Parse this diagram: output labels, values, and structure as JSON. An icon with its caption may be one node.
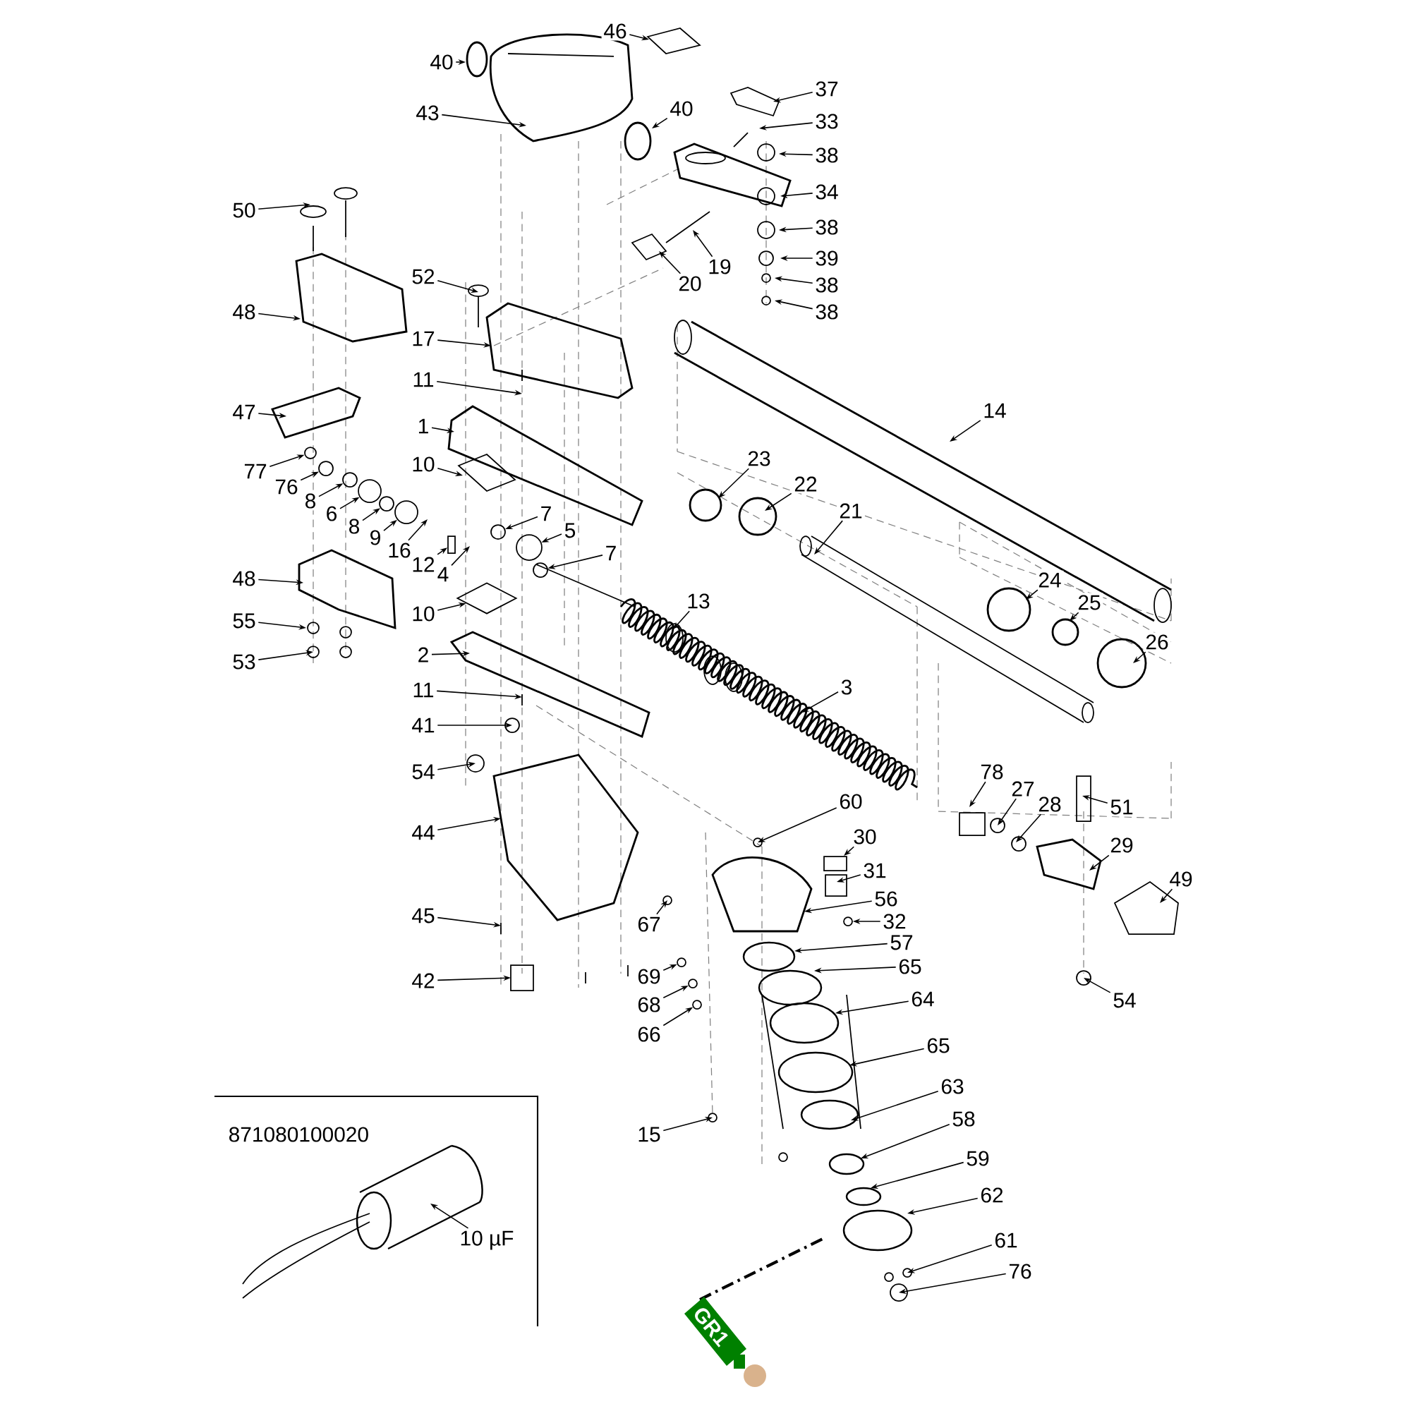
{
  "diagram": {
    "nodes": [
      {
        "text": [
          "46"
        ]
      },
      {
        "text": [
          "40"
        ]
      },
      {
        "text": [
          "43"
        ]
      },
      {
        "text": [
          "40"
        ]
      },
      {
        "text": [
          "37"
        ]
      },
      {
        "text": [
          "33"
        ]
      },
      {
        "text": [
          "38"
        ]
      },
      {
        "text": [
          "34"
        ]
      },
      {
        "text": [
          "38"
        ]
      },
      {
        "text": [
          "39"
        ]
      },
      {
        "text": [
          "38"
        ]
      },
      {
        "text": [
          "38"
        ]
      },
      {
        "text": [
          "19"
        ]
      },
      {
        "text": [
          "20"
        ]
      },
      {
        "text": [
          "50"
        ]
      },
      {
        "text": [
          "52"
        ]
      },
      {
        "text": [
          "48"
        ]
      },
      {
        "text": [
          "17"
        ]
      },
      {
        "text": [
          "11"
        ]
      },
      {
        "text": [
          "47"
        ]
      },
      {
        "text": [
          "1"
        ]
      },
      {
        "text": [
          "10"
        ]
      },
      {
        "text": [
          "77"
        ]
      },
      {
        "text": [
          "76"
        ]
      },
      {
        "text": [
          "8"
        ]
      },
      {
        "text": [
          "6"
        ]
      },
      {
        "text": [
          "8"
        ]
      },
      {
        "text": [
          "9"
        ]
      },
      {
        "text": [
          "16"
        ]
      },
      {
        "text": [
          "12"
        ]
      },
      {
        "text": [
          "4"
        ]
      },
      {
        "text": [
          "7"
        ]
      },
      {
        "text": [
          "5"
        ]
      },
      {
        "text": [
          "7"
        ]
      },
      {
        "text": [
          "48"
        ]
      },
      {
        "text": [
          "10"
        ]
      },
      {
        "text": [
          "55"
        ]
      },
      {
        "text": [
          "53"
        ]
      },
      {
        "text": [
          "2"
        ]
      },
      {
        "text": [
          "13"
        ]
      },
      {
        "text": [
          "14"
        ]
      },
      {
        "text": [
          "23"
        ]
      },
      {
        "text": [
          "22"
        ]
      },
      {
        "text": [
          "21"
        ]
      },
      {
        "text": [
          "24"
        ]
      },
      {
        "text": [
          "25"
        ]
      },
      {
        "text": [
          "26"
        ]
      },
      {
        "text": [
          "3"
        ]
      },
      {
        "text": [
          "11"
        ]
      },
      {
        "text": [
          "41"
        ]
      },
      {
        "text": [
          "54"
        ]
      },
      {
        "text": [
          "44"
        ]
      },
      {
        "text": [
          "45"
        ]
      },
      {
        "text": [
          "42"
        ]
      },
      {
        "text": [
          "67"
        ]
      },
      {
        "text": [
          "69"
        ]
      },
      {
        "text": [
          "68"
        ]
      },
      {
        "text": [
          "66"
        ]
      },
      {
        "text": [
          "15"
        ]
      },
      {
        "text": [
          "60"
        ]
      },
      {
        "text": [
          "30"
        ]
      },
      {
        "text": [
          "31"
        ]
      },
      {
        "text": [
          "56"
        ]
      },
      {
        "text": [
          "32"
        ]
      },
      {
        "text": [
          "57"
        ]
      },
      {
        "text": [
          "65"
        ]
      },
      {
        "text": [
          "64"
        ]
      },
      {
        "text": [
          "65"
        ]
      },
      {
        "text": [
          "63"
        ]
      },
      {
        "text": [
          "58"
        ]
      },
      {
        "text": [
          "59"
        ]
      },
      {
        "text": [
          "62"
        ]
      },
      {
        "text": [
          "61"
        ]
      },
      {
        "text": [
          "76"
        ]
      },
      {
        "text": [
          "78"
        ]
      },
      {
        "text": [
          "27"
        ]
      },
      {
        "text": [
          "28"
        ]
      },
      {
        "text": [
          "51"
        ]
      },
      {
        "text": [
          "29"
        ]
      },
      {
        "text": [
          "49"
        ]
      },
      {
        "text": [
          "54"
        ]
      },
      {
        "text": [
          "10 µF"
        ]
      },
      {
        "text": [],
        "shape": "circle"
      },
      {
        "text": [],
        "shape": "circle"
      },
      {
        "text": [],
        "shape": "box"
      },
      {
        "text": [],
        "shape": "circle"
      },
      {
        "text": [],
        "shape": "diamond"
      },
      {
        "text": [],
        "shape": "circle"
      },
      {
        "text": [],
        "shape": "circle"
      },
      {
        "text": [],
        "shape": "box"
      },
      {
        "text": [],
        "shape": "circle"
      },
      {
        "text": [],
        "shape": "circle"
      },
      {
        "text": [],
        "shape": "circle"
      },
      {
        "text": [],
        "shape": "circle"
      },
      {
        "text": [],
        "shape": "circle"
      },
      {
        "text": [],
        "shape": "circle"
      },
      {
        "text": [],
        "shape": "circle"
      },
      {
        "text": [],
        "shape": "circle"
      }
    ],
    "edges": [
      {
        "from": 0,
        "to": null,
        "arrow": "to"
      },
      {
        "from": 1,
        "to": null,
        "arrow": "to"
      },
      {
        "from": 2,
        "to": null,
        "arrow": "to"
      },
      {
        "from": 3,
        "to": null,
        "arrow": "to"
      },
      {
        "from": 4,
        "to": null,
        "arrow": "to"
      },
      {
        "from": 5,
        "to": null,
        "arrow": "to"
      },
      {
        "from": 6,
        "to": null,
        "arrow": "to"
      },
      {
        "from": 7,
        "to": null,
        "arrow": "to"
      },
      {
        "from": 8,
        "to": null,
        "arrow": "to"
      },
      {
        "from": 9,
        "to": null,
        "arrow": "to"
      },
      {
        "from": 10,
        "to": null,
        "arrow": "to"
      },
      {
        "from": 11,
        "to": null,
        "arrow": "to"
      },
      {
        "from": 12,
        "to": null,
        "arrow": "to"
      },
      {
        "from": 13,
        "to": null,
        "arrow": "to"
      },
      {
        "from": 14,
        "to": null,
        "arrow": "to"
      },
      {
        "from": 15,
        "to": null,
        "arrow": "to"
      },
      {
        "from": 16,
        "to": null,
        "arrow": "to"
      },
      {
        "from": 17,
        "to": null,
        "arrow": "to"
      },
      {
        "from": 18,
        "to": null,
        "arrow": "to"
      },
      {
        "from": 19,
        "to": null,
        "arrow": "to"
      },
      {
        "from": 20,
        "to": null,
        "arrow": "to"
      },
      {
        "from": 21,
        "to": null,
        "arrow": "to"
      },
      {
        "from": 22,
        "to": 82,
        "arrow": "to"
      },
      {
        "from": 23,
        "to": 91,
        "arrow": "to"
      },
      {
        "from": 24,
        "to": 92,
        "arrow": "to"
      },
      {
        "from": 25,
        "to": 83,
        "arrow": "to"
      },
      {
        "from": 26,
        "to": 93,
        "arrow": "to"
      },
      {
        "from": 27,
        "to": 97,
        "arrow": "to"
      },
      {
        "from": 28,
        "to": null,
        "arrow": "to"
      },
      {
        "from": 29,
        "to": 84,
        "arrow": "to"
      },
      {
        "from": 30,
        "to": null,
        "arrow": "to"
      },
      {
        "from": 31,
        "to": 94,
        "arrow": "to"
      },
      {
        "from": 32,
        "to": 85,
        "arrow": "to"
      },
      {
        "from": 33,
        "to": 95,
        "arrow": "to"
      },
      {
        "from": 34,
        "to": null,
        "arrow": "to"
      },
      {
        "from": 35,
        "to": 86,
        "arrow": "to"
      },
      {
        "from": 36,
        "to": null,
        "arrow": "to"
      },
      {
        "from": 37,
        "to": null,
        "arrow": "to"
      },
      {
        "from": 38,
        "to": null,
        "arrow": "to"
      },
      {
        "from": 39,
        "to": null,
        "arrow": "to"
      },
      {
        "from": 40,
        "to": null,
        "arrow": "to"
      },
      {
        "from": 41,
        "to": null,
        "arrow": "to"
      },
      {
        "from": 42,
        "to": null,
        "arrow": "to"
      },
      {
        "from": 43,
        "to": null,
        "arrow": "to"
      },
      {
        "from": 44,
        "to": null,
        "arrow": "to"
      },
      {
        "from": 45,
        "to": null,
        "arrow": "to"
      },
      {
        "from": 46,
        "to": null,
        "arrow": "to"
      },
      {
        "from": 47,
        "to": null,
        "arrow": "to"
      },
      {
        "from": 48,
        "to": null,
        "arrow": "to"
      },
      {
        "from": 49,
        "to": null,
        "arrow": "to"
      },
      {
        "from": 50,
        "to": null,
        "arrow": "to"
      },
      {
        "from": 51,
        "to": null,
        "arrow": "to"
      },
      {
        "from": 52,
        "to": null,
        "arrow": "to"
      },
      {
        "from": 53,
        "to": null,
        "arrow": "to"
      },
      {
        "from": 54,
        "to": null,
        "arrow": "to"
      },
      {
        "from": 55,
        "to": 87,
        "arrow": "to"
      },
      {
        "from": 56,
        "to": 88,
        "arrow": "to"
      },
      {
        "from": 57,
        "to": 96,
        "arrow": "to"
      },
      {
        "from": 58,
        "to": null,
        "arrow": "to"
      },
      {
        "from": 59,
        "to": null,
        "arrow": "to"
      },
      {
        "from": 60,
        "to": 89,
        "arrow": "to"
      },
      {
        "from": 61,
        "to": null,
        "arrow": "to"
      },
      {
        "from": 62,
        "to": null,
        "arrow": "to"
      },
      {
        "from": 63,
        "to": 90,
        "arrow": "to"
      },
      {
        "from": 64,
        "to": null,
        "arrow": "to"
      },
      {
        "from": 65,
        "to": null,
        "arrow": "to"
      },
      {
        "from": 66,
        "to": null,
        "arrow": "to"
      },
      {
        "from": 67,
        "to": null,
        "arrow": "to"
      },
      {
        "from": 68,
        "to": null,
        "arrow": "to"
      },
      {
        "from": 69,
        "to": null,
        "arrow": "to"
      },
      {
        "from": 70,
        "to": null,
        "arrow": "to"
      },
      {
        "from": 71,
        "to": null,
        "arrow": "to"
      },
      {
        "from": 72,
        "to": null,
        "arrow": "to"
      },
      {
        "from": 73,
        "to": null,
        "arrow": "to"
      },
      {
        "from": 74,
        "to": null,
        "arrow": "to"
      },
      {
        "from": 75,
        "to": null,
        "arrow": "to"
      },
      {
        "from": 76,
        "to": null,
        "arrow": "to"
      },
      {
        "from": 77,
        "to": null,
        "arrow": "to"
      },
      {
        "from": 78,
        "to": null,
        "arrow": "to"
      },
      {
        "from": 79,
        "to": null,
        "arrow": "to"
      },
      {
        "from": 80,
        "to": null,
        "arrow": "to"
      },
      {
        "from": 81,
        "to": null,
        "arrow": "to"
      }
    ],
    "labels": [
      "871080100020",
      "GR1"
    ]
  }
}
